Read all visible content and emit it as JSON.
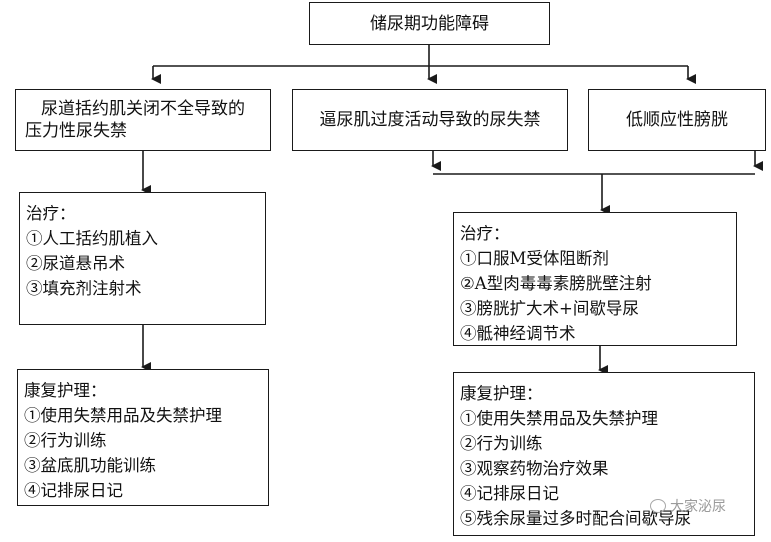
{
  "top": {
    "label": "储尿期功能障碍"
  },
  "causes": [
    {
      "label_line1": "尿道括约肌关闭不全导致的",
      "label_line2": "压力性尿失禁"
    },
    {
      "label": "逼尿肌过度活动导致的尿失禁"
    },
    {
      "label": "低顺应性膀胱"
    }
  ],
  "left_treatment": {
    "heading": "治疗：",
    "items": [
      "①人工括约肌植入",
      "②尿道悬吊术",
      "③填充剂注射术"
    ]
  },
  "left_nursing": {
    "heading": "康复护理：",
    "items": [
      "①使用失禁用品及失禁护理",
      "②行为训练",
      "③盆底肌功能训练",
      "④记排尿日记"
    ]
  },
  "right_treatment": {
    "heading": "治疗：",
    "items": [
      "①口服M受体阻断剂",
      "②A型肉毒毒素膀胱壁注射",
      "③膀胱扩大术+间歇导尿",
      "④骶神经调节术"
    ]
  },
  "right_nursing": {
    "heading": "康复护理：",
    "items": [
      "①使用失禁用品及失禁护理",
      "②行为训练",
      "③观察药物治疗效果",
      "④记排尿日记",
      "⑤残余尿量过多时配合间歇导尿"
    ]
  },
  "watermark": {
    "text": "大家泌尿",
    "icon": "wechat-icon"
  }
}
